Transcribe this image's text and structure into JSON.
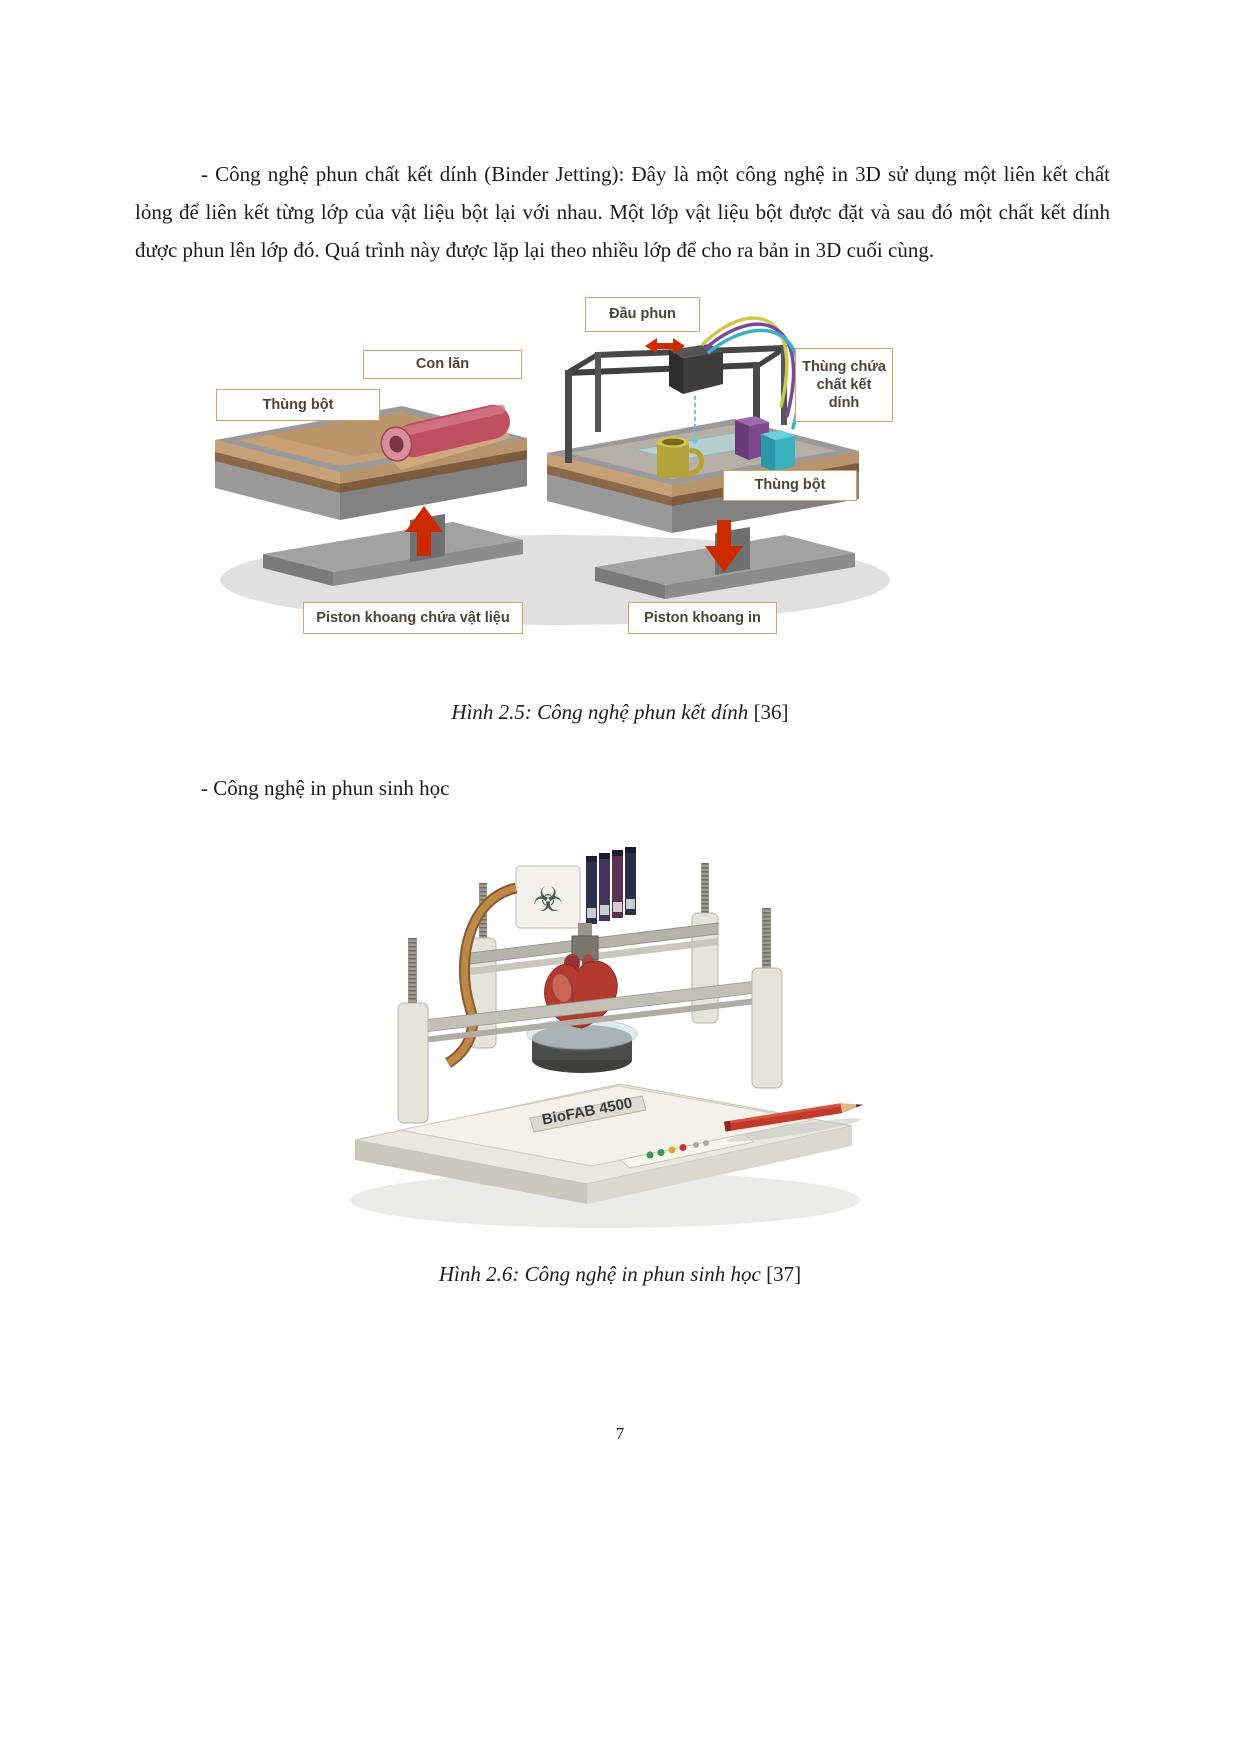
{
  "document": {
    "page_number": "7",
    "paragraphs": {
      "binder_jetting": "- Công nghệ phun chất kết dính (Binder Jetting): Đây là một công nghệ in 3D sử dụng một liên kết chất lỏng để liên kết từng lớp của vật liệu bột lại với nhau. Một lớp vật liệu bột được đặt và sau đó một chất kết dính được phun lên lớp đó. Quá trình này được lặp lại theo nhiều lớp để cho ra bản in 3D cuối cùng.",
      "bio_printing": "- Công nghệ in phun sinh học"
    }
  },
  "figure25": {
    "labels": {
      "dau_phun": "Đầu phun",
      "con_lan": "Con lăn",
      "thung_bot_left": "Thùng bột",
      "thung_chua_ket_dinh": "Thùng chứa chất kết dính",
      "thung_bot_right": "Thùng bột",
      "piston_khoang_chua": "Piston khoang chứa vật liệu",
      "piston_khoang_in": "Piston khoang in"
    },
    "caption": "Hình 2.5: Công nghệ phun kết dính",
    "caption_ref": "[36]"
  },
  "figure26": {
    "machine_label": "BioFAB 4500",
    "caption": "Hình 2.6: Công nghệ in phun sinh học",
    "caption_ref": "[37]"
  },
  "colors": {
    "label_border": "#dca063",
    "arrow_red": "#cc2a00",
    "powder_tan": "#c7a078",
    "binder_teal": "#3ab0c8",
    "binder_purple": "#7d4a8d",
    "heart_red": "#b23a2e",
    "pencil_red": "#c23a2a"
  }
}
